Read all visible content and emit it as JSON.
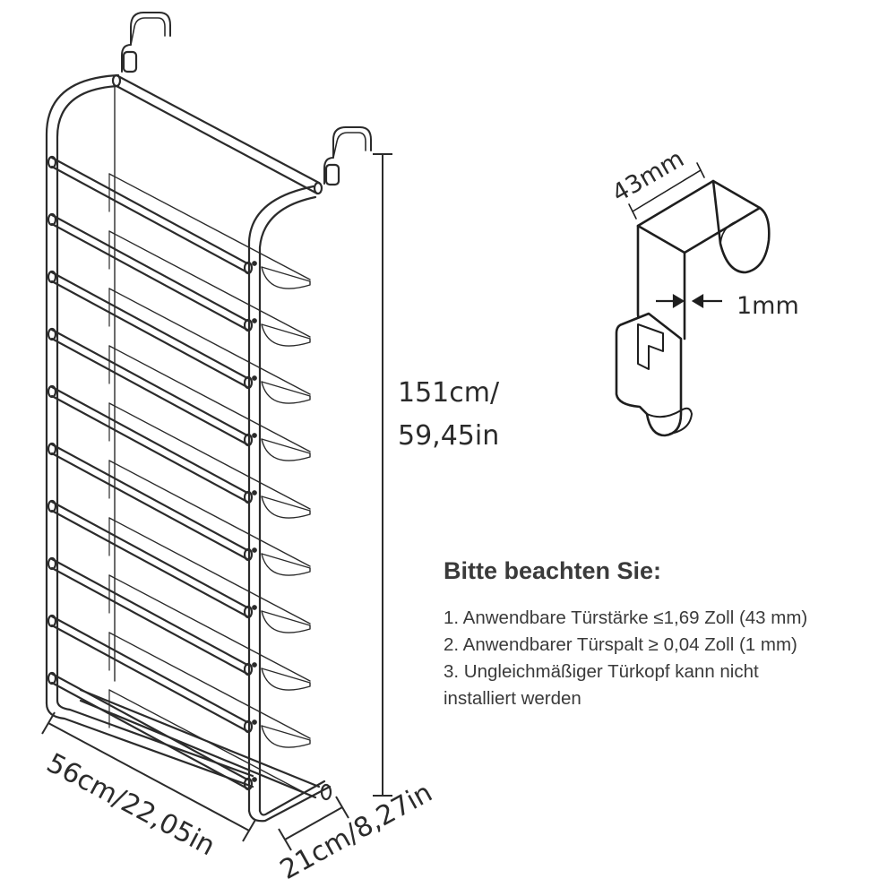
{
  "dimensions": {
    "height": "151cm/",
    "height_in": "59,45in",
    "width": "56cm/22,05in",
    "depth": "21cm/8,27in",
    "hook_width": "43mm",
    "hook_gap": "1mm"
  },
  "notes": {
    "title": "Bitte beachten Sie:",
    "items": [
      "1. Anwendbare Türstärke ≤1,69 Zoll (43 mm)",
      "2. Anwendbarer Türspalt ≥ 0,04 Zoll (1 mm)",
      "3. Ungleichmäßiger Türkopf kann nicht",
      "installiert werden"
    ]
  }
}
